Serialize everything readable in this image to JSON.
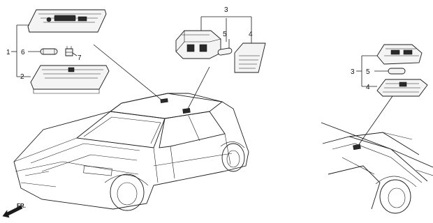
{
  "callouts": {
    "left_1": "1",
    "left_2": "2",
    "left_6": "6",
    "left_7": "7",
    "center_3": "3",
    "center_4": "4",
    "center_5": "5",
    "right_3": "3",
    "right_4": "4",
    "right_5": "5"
  },
  "direction_label": "FR.",
  "icons": {
    "front_arrow": "direction-arrow-icon"
  }
}
